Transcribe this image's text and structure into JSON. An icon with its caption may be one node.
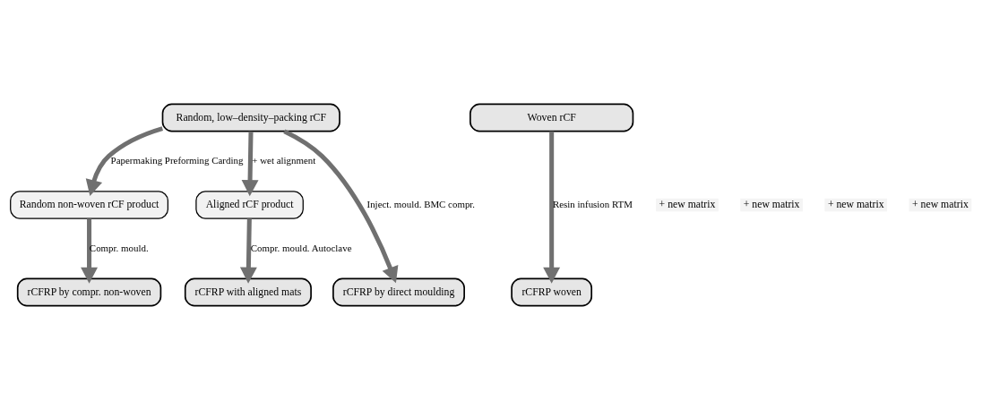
{
  "diagram": {
    "nodes": [
      {
        "text": [
          "Random, low–density–packing rCF"
        ]
      },
      {
        "text": [
          "Woven rCF"
        ]
      },
      {
        "text": [
          "Random non-woven rCF product"
        ]
      },
      {
        "text": [
          "Aligned rCF product"
        ]
      },
      {
        "text": [
          "rCFRP by direct moulding"
        ]
      },
      {
        "text": [
          "rCFRP by compr. non-woven"
        ]
      },
      {
        "text": [
          "rCFRP with aligned mats"
        ]
      },
      {
        "text": [
          "rCFRP woven"
        ]
      }
    ],
    "edges": [
      {
        "from": 0,
        "to": 4,
        "arrow": "to",
        "label": "Inject. mould. BMC compr."
      },
      {
        "from": 0,
        "to": 2,
        "arrow": "to",
        "label": "Papermaking Preforming Carding"
      },
      {
        "from": 0,
        "to": 3,
        "arrow": "to",
        "label": "+ wet alignment"
      },
      {
        "from": 2,
        "to": 5,
        "arrow": "to",
        "label": "Compr. mould."
      },
      {
        "from": 3,
        "to": 6,
        "arrow": "to",
        "label": "Compr. mould. Autoclave"
      },
      {
        "from": 1,
        "to": 7,
        "arrow": "to",
        "label": "Resin infusion RTM"
      }
    ],
    "labels": [
      "+ new matrix",
      "+ new matrix",
      "+ new matrix",
      "+ new matrix"
    ]
  }
}
